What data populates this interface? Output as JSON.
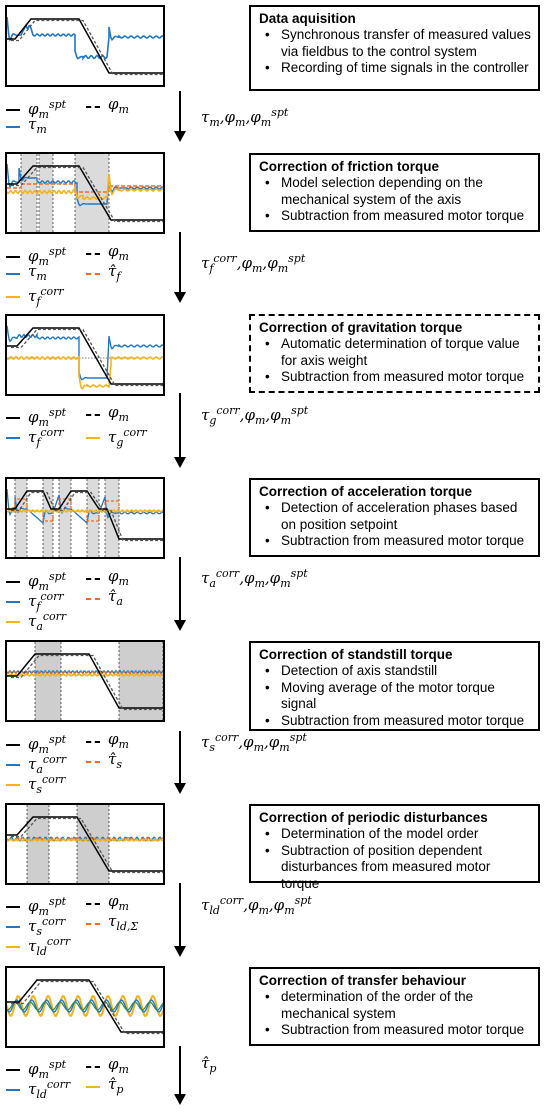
{
  "colors": {
    "blue": "#1f78c8",
    "orange": "#ff6a1a",
    "yellow": "#f5b31a",
    "shade": "#bdbdbd",
    "black": "#000000"
  },
  "stages": [
    {
      "title": "Data aquisition",
      "bullets": [
        "Synchronous transfer of measured values via fieldbus to the control system",
        "Recording of time signals in the controller"
      ],
      "legend": [
        {
          "style": "solid",
          "color": "black",
          "base": "φ",
          "sub": "m",
          "sup": "spt",
          "hat": false
        },
        {
          "style": "dashed",
          "color": "black",
          "base": "φ",
          "sub": "m",
          "sup": "",
          "hat": false
        },
        {
          "style": "solid",
          "color": "blue",
          "base": "τ",
          "sub": "m",
          "sup": "",
          "hat": false
        }
      ],
      "out": "τ<sub>m</sub>,φ<sub>m</sub>,φ<sub>m</sub><sup>spt</sup>"
    },
    {
      "title": "Correction of friction torque",
      "bullets": [
        "Model selection depending on the mechanical system of the axis",
        "Subtraction from measured motor torque"
      ],
      "legend": [
        {
          "style": "solid",
          "color": "black",
          "base": "φ",
          "sub": "m",
          "sup": "spt",
          "hat": false
        },
        {
          "style": "dashed",
          "color": "black",
          "base": "φ",
          "sub": "m",
          "sup": "",
          "hat": false
        },
        {
          "style": "solid",
          "color": "blue",
          "base": "τ",
          "sub": "m",
          "sup": "",
          "hat": false
        },
        {
          "style": "dashed",
          "color": "orange",
          "base": "τ̂",
          "sub": "f",
          "sup": "",
          "hat": true
        },
        {
          "style": "solid",
          "color": "yellow",
          "base": "τ",
          "sub": "f",
          "sup": "corr",
          "hat": false
        }
      ],
      "out": "τ<sub>f</sub><sup>corr</sup>,φ<sub>m</sub>,φ<sub>m</sub><sup>spt</sup>"
    },
    {
      "title": "Correction of gravitation torque",
      "bullets": [
        "Automatic determination of torque value for axis weight",
        "Subtraction from measured motor torque"
      ],
      "legend": [
        {
          "style": "solid",
          "color": "black",
          "base": "φ",
          "sub": "m",
          "sup": "spt",
          "hat": false
        },
        {
          "style": "dashed",
          "color": "black",
          "base": "φ",
          "sub": "m",
          "sup": "",
          "hat": false
        },
        {
          "style": "solid",
          "color": "blue",
          "base": "τ",
          "sub": "f",
          "sup": "corr",
          "hat": false
        },
        {
          "style": "solid",
          "color": "yellow",
          "base": "τ",
          "sub": "g",
          "sup": "corr",
          "hat": false
        }
      ],
      "out": "τ<sub>g</sub><sup>corr</sup>,φ<sub>m</sub>,φ<sub>m</sub><sup>spt</sup>"
    },
    {
      "title": "Correction of acceleration torque",
      "bullets": [
        "Detection of acceleration phases based on position setpoint",
        "Subtraction from measured motor torque"
      ],
      "legend": [
        {
          "style": "solid",
          "color": "black",
          "base": "φ",
          "sub": "m",
          "sup": "spt",
          "hat": false
        },
        {
          "style": "dashed",
          "color": "black",
          "base": "φ",
          "sub": "m",
          "sup": "",
          "hat": false
        },
        {
          "style": "solid",
          "color": "blue",
          "base": "τ",
          "sub": "f",
          "sup": "corr",
          "hat": false
        },
        {
          "style": "dashed",
          "color": "orange",
          "base": "τ̂",
          "sub": "a",
          "sup": "",
          "hat": true
        },
        {
          "style": "solid",
          "color": "yellow",
          "base": "τ",
          "sub": "a",
          "sup": "corr",
          "hat": false
        }
      ],
      "out": "τ<sub>a</sub><sup>corr</sup>,φ<sub>m</sub>,φ<sub>m</sub><sup>spt</sup>"
    },
    {
      "title": "Correction of standstill torque",
      "bullets": [
        "Detection of axis standstill",
        "Moving average of the motor torque signal",
        "Subtraction from measured motor torque"
      ],
      "legend": [
        {
          "style": "solid",
          "color": "black",
          "base": "φ",
          "sub": "m",
          "sup": "spt",
          "hat": false
        },
        {
          "style": "dashed",
          "color": "black",
          "base": "φ",
          "sub": "m",
          "sup": "",
          "hat": false
        },
        {
          "style": "solid",
          "color": "blue",
          "base": "τ",
          "sub": "a",
          "sup": "corr",
          "hat": false
        },
        {
          "style": "dashed",
          "color": "orange",
          "base": "τ̂",
          "sub": "s",
          "sup": "",
          "hat": true
        },
        {
          "style": "solid",
          "color": "yellow",
          "base": "τ",
          "sub": "s",
          "sup": "corr",
          "hat": false
        }
      ],
      "out": "τ<sub>s</sub><sup>corr</sup>,φ<sub>m</sub>,φ<sub>m</sub><sup>spt</sup>"
    },
    {
      "title": "Correction of periodic disturbances",
      "bullets": [
        "Determination of the model order",
        "Subtraction of position dependent disturbances from measured motor torque"
      ],
      "legend": [
        {
          "style": "solid",
          "color": "black",
          "base": "φ",
          "sub": "m",
          "sup": "spt",
          "hat": false
        },
        {
          "style": "dashed",
          "color": "black",
          "base": "φ",
          "sub": "m",
          "sup": "",
          "hat": false
        },
        {
          "style": "solid",
          "color": "blue",
          "base": "τ",
          "sub": "s",
          "sup": "corr",
          "hat": false
        },
        {
          "style": "dashed",
          "color": "orange",
          "base": "τ",
          "sub": "ld,Σ",
          "sup": "",
          "hat": false
        },
        {
          "style": "solid",
          "color": "yellow",
          "base": "τ",
          "sub": "ld",
          "sup": "corr",
          "hat": false
        }
      ],
      "out": "τ<sub>ld</sub><sup>corr</sup>,φ<sub>m</sub>,φ<sub>m</sub><sup>spt</sup>"
    },
    {
      "title": "Correction of transfer behaviour",
      "bullets": [
        "determination of the order of the mechanical system",
        "Subtraction from measured motor torque"
      ],
      "legend": [
        {
          "style": "solid",
          "color": "black",
          "base": "φ",
          "sub": "m",
          "sup": "spt",
          "hat": false
        },
        {
          "style": "dashed",
          "color": "black",
          "base": "φ",
          "sub": "m",
          "sup": "",
          "hat": false
        },
        {
          "style": "solid",
          "color": "blue",
          "base": "τ",
          "sub": "ld",
          "sup": "corr",
          "hat": false
        },
        {
          "style": "solid",
          "color": "yellow",
          "base": "τ̂",
          "sub": "p",
          "sup": "",
          "hat": true
        }
      ],
      "out": "τ̂<sub>p</sub>"
    }
  ]
}
